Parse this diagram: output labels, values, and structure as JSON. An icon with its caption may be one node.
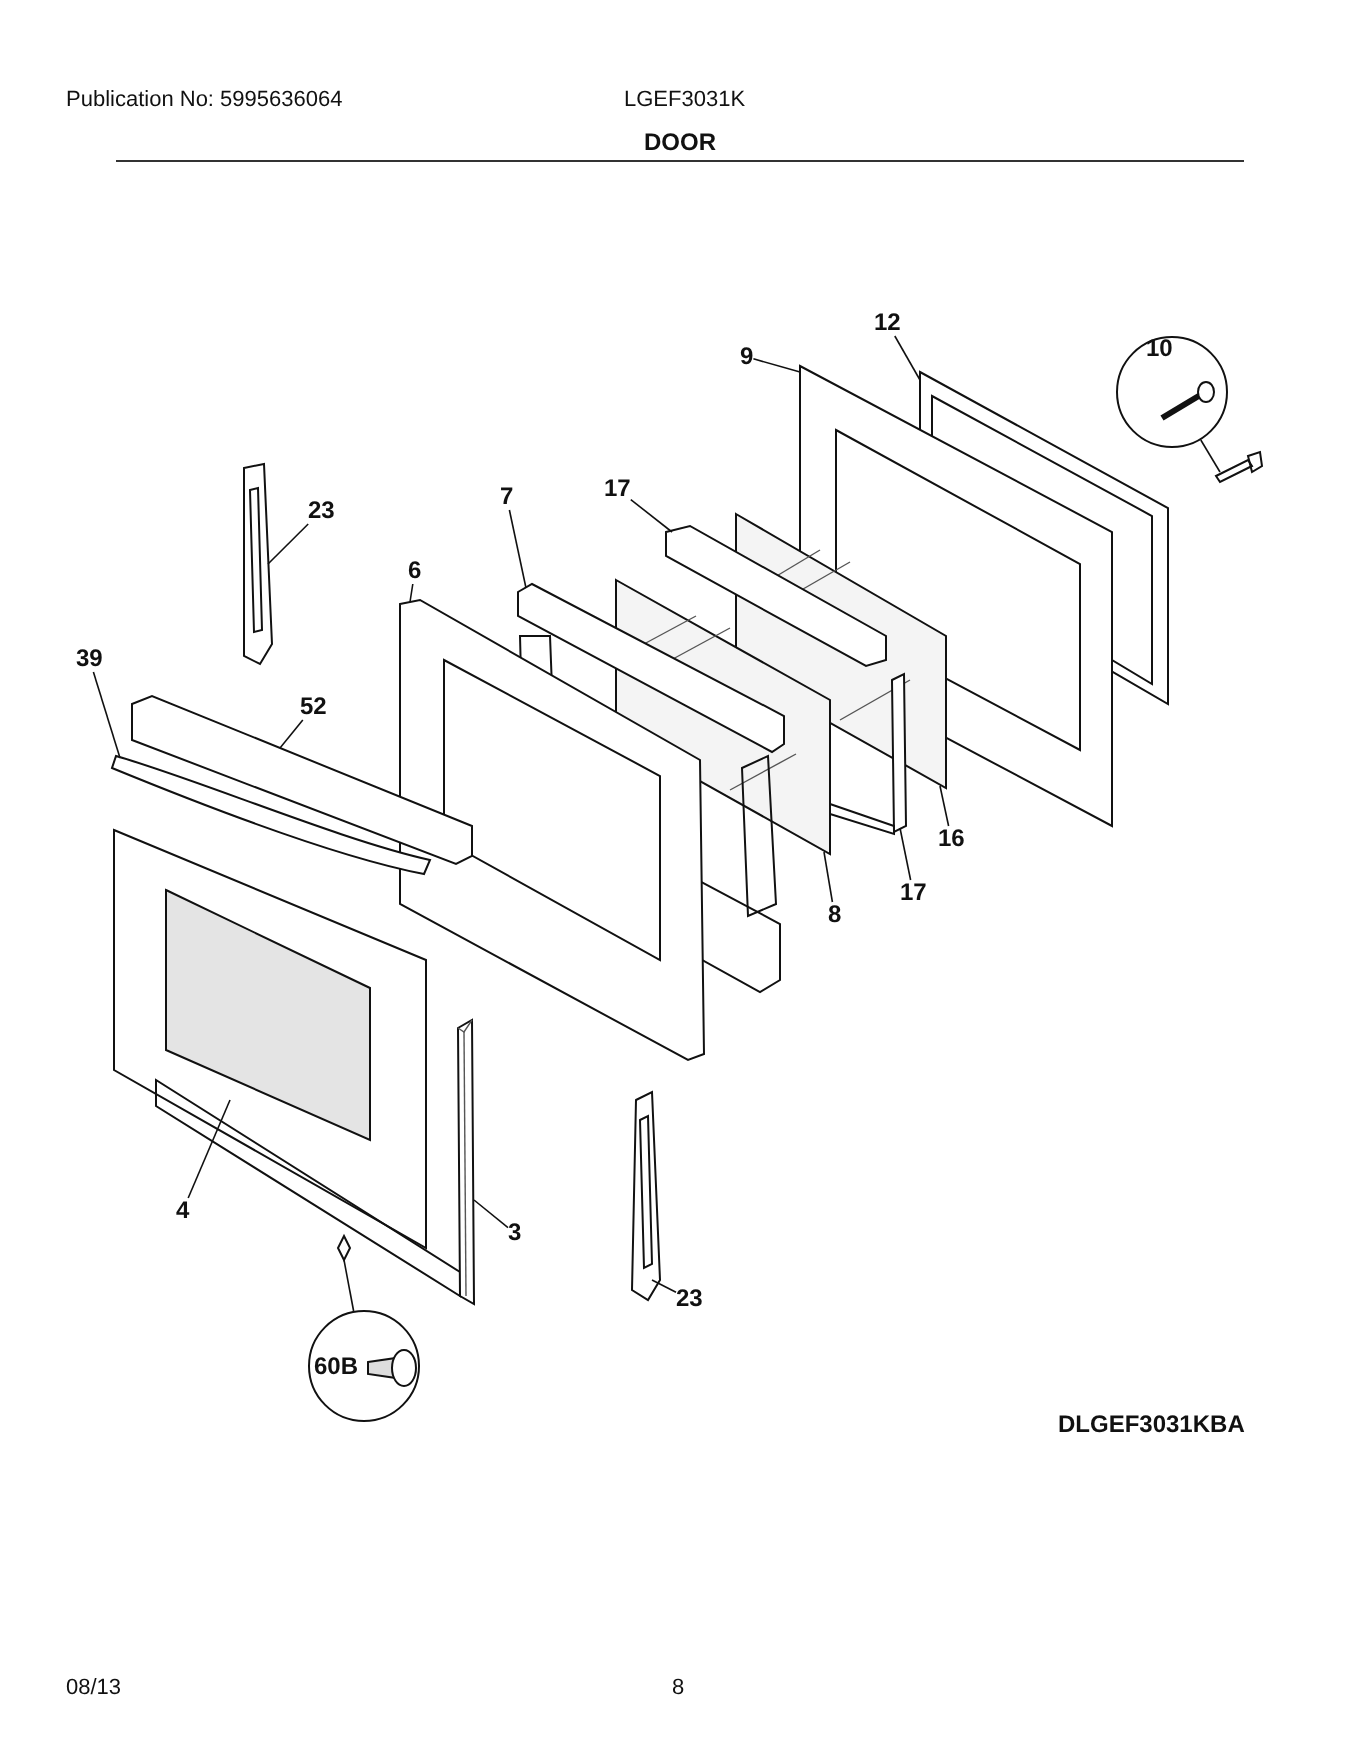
{
  "diagram": {
    "title": "DOOR",
    "nodes": [
      {
        "text": [
          "12"
        ]
      },
      {
        "text": [
          "9"
        ]
      },
      {
        "text": [
          "10"
        ]
      },
      {
        "text": [
          "23"
        ]
      },
      {
        "text": [
          "7"
        ]
      },
      {
        "text": [
          "17"
        ]
      },
      {
        "text": [
          "6"
        ]
      },
      {
        "text": [
          "39"
        ]
      },
      {
        "text": [
          "52"
        ]
      },
      {
        "text": [
          "16"
        ]
      },
      {
        "text": [
          "17"
        ]
      },
      {
        "text": [
          "8"
        ]
      },
      {
        "text": [
          "4"
        ]
      },
      {
        "text": [
          "3"
        ]
      },
      {
        "text": [
          "23"
        ]
      },
      {
        "text": [
          "60B"
        ]
      },
      {
        "text": [],
        "shape": "picture"
      },
      {
        "text": [],
        "shape": "picture"
      },
      {
        "text": [],
        "shape": "picture"
      },
      {
        "text": [],
        "shape": "picture"
      },
      {
        "text": [],
        "shape": "picture"
      },
      {
        "text": [],
        "shape": "picture"
      },
      {
        "text": [],
        "shape": "picture"
      },
      {
        "text": [],
        "shape": "picture"
      },
      {
        "text": [],
        "shape": "picture"
      },
      {
        "text": [],
        "shape": "picture"
      },
      {
        "text": [],
        "shape": "picture"
      },
      {
        "text": [],
        "shape": "picture"
      },
      {
        "text": [],
        "shape": "picture"
      },
      {
        "text": [],
        "shape": "picture"
      },
      {
        "text": [],
        "shape": "picture"
      },
      {
        "text": [],
        "shape": "picture"
      }
    ],
    "edges": [
      {
        "from": 0,
        "to": 16,
        "arrow": "none"
      },
      {
        "from": 1,
        "to": 17,
        "arrow": "none"
      },
      {
        "from": 2,
        "to": 18,
        "arrow": "none"
      },
      {
        "from": 3,
        "to": 19,
        "arrow": "none"
      },
      {
        "from": 4,
        "to": 20,
        "arrow": "none"
      },
      {
        "from": 5,
        "to": 21,
        "arrow": "none"
      },
      {
        "from": 6,
        "to": 22,
        "arrow": "none"
      },
      {
        "from": 7,
        "to": 23,
        "arrow": "none"
      },
      {
        "from": 8,
        "to": 24,
        "arrow": "none"
      },
      {
        "from": 9,
        "to": 25,
        "arrow": "none"
      },
      {
        "from": 10,
        "to": 26,
        "arrow": "none"
      },
      {
        "from": 11,
        "to": 27,
        "arrow": "none"
      },
      {
        "from": 12,
        "to": 28,
        "arrow": "none"
      },
      {
        "from": 13,
        "to": 29,
        "arrow": "none"
      },
      {
        "from": 14,
        "to": 30,
        "arrow": "none"
      },
      {
        "from": 15,
        "to": 31,
        "arrow": "none"
      }
    ],
    "labels": [
      "Publication No: 5995636064",
      "LGEF3031K",
      "DLGEF3031KBA",
      "08/13",
      "8"
    ]
  }
}
